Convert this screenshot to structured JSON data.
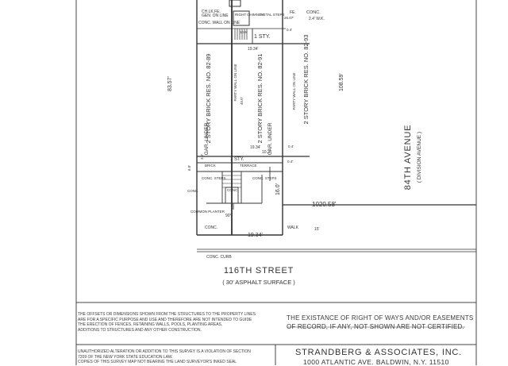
{
  "labels": {
    "chain_link_fence": "CH.LK.FE.",
    "gen_on_line": "GEN. ON LINE",
    "conc_wall_on_line": "CONC. WALL ON LINE",
    "right_chimney": "RIGHT CHIMNEY",
    "metal_steps": "METAL STEPS",
    "fe_top": "FE.",
    "conc_top": "CONC.",
    "dim_26_07": "26.07'",
    "dim_24_wk": "2.4' W.K.",
    "dim_10_6": "10.6'",
    "dim_0_4_top": "0.4'",
    "one_sty": "1 STY.",
    "dim_19_34_top": "19.34'",
    "dim_83_57": "83.57'",
    "res_left": "2 STORY BRICK RES. NO. 82-89",
    "res_center": "2 STORY BRICK RES. NO. 82-91",
    "res_right": "2 STORY BRICK RES. NO. 82-93",
    "party_wall": "PARTY WALL ON LINE",
    "party_wall_right": "PARTY WALL ON LINE",
    "dim_45_0": "45.0'",
    "dim_108_59": "108.59'",
    "gar_under_left": "GAR. UNDER",
    "gar_under_center": "GAR. UNDER",
    "dim_10_2": "10.2'",
    "dim_19_34_mid": "19.34'",
    "dim_0_4_mid": "0.4'",
    "sty_mid": "1 STY.",
    "brick": "BRICK",
    "terrace": "TERRACE",
    "dim_6_0": "6.0'",
    "dim_3_0": "3.0'",
    "dim_0_4_low": "0.4'",
    "conc_steps_left": "CONC. STEPS",
    "conc_steps_right": "CONC. STEPS",
    "conc_left": "CONC.",
    "conc_center": "CONC.",
    "dim_16_0": "16.0'",
    "common_planter": "COMMON PLANTER",
    "angle_90": "90°",
    "dim_1020_58": "1020.58'",
    "conc_walk_left": "CONC.",
    "walk": "WALK",
    "dim_15": "15'",
    "dim_19_34_bottom": "19.34'",
    "conc_curb": "CONC. CURB",
    "street_name": "116TH STREET",
    "street_surface": "( 30' ASPHALT SURFACE )",
    "avenue_name": "84TH AVENUE",
    "avenue_alt": "( DIVISION AVENUE )"
  },
  "notes_left": [
    "THE OFFSETS OR DIMENSIONS SHOWN FROM THE STRUCTURES TO THE PROPERTY LINES",
    "ARE FOR A SPECIFIC PURPOSE AND USE AND THEREFORE ARE NOT INTENDED TO GUIDE",
    "THE ERECTION OF FENCES, RETAINING WALLS, POOLS, PLANTING AREAS,",
    "ADDITIONS TO STRUCTURES AND ANY OTHER CONSTRUCTION."
  ],
  "notes_right": [
    "THE EXISTANCE OF RIGHT OF WAYS AND/OR EASEMENTS",
    "OF RECORD, IF ANY, NOT SHOWN ARE NOT CERTIFIED."
  ],
  "notes_bottom": [
    "UNAUTHORIZED ALTERATION OR ADDITION TO THIS SURVEY IS A VIOLATION OF SECTION",
    "7209 OF THE NEW YORK STATE EDUCATION LAW.",
    "COPIES OF THIS SURVEY MAP NOT BEARING THE LAND SURVEYOR'S INKED SEAL"
  ],
  "firm": {
    "name": "STRANDBERG & ASSOCIATES, INC.",
    "address": "1000 ATLANTIC AVE. BALDWIN, N.Y. 11510"
  }
}
